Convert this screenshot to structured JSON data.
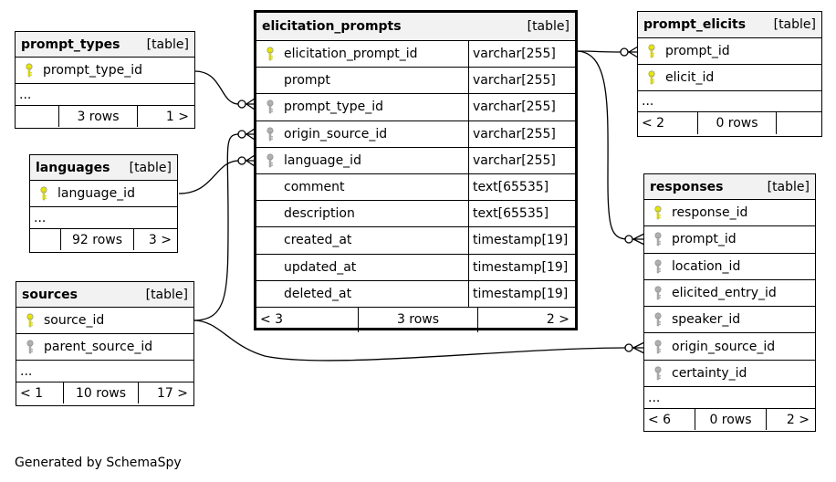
{
  "tables": {
    "elicitation_prompts": {
      "name": "elicitation_prompts",
      "kind": "[table]",
      "rows": [
        {
          "col": "elicitation_prompt_id",
          "type": "varchar[255]",
          "key": "primary"
        },
        {
          "col": "prompt",
          "type": "varchar[255]",
          "key": "none"
        },
        {
          "col": "prompt_type_id",
          "type": "varchar[255]",
          "key": "foreign"
        },
        {
          "col": "origin_source_id",
          "type": "varchar[255]",
          "key": "foreign"
        },
        {
          "col": "language_id",
          "type": "varchar[255]",
          "key": "foreign"
        },
        {
          "col": "comment",
          "type": "text[65535]",
          "key": "none"
        },
        {
          "col": "description",
          "type": "text[65535]",
          "key": "none"
        },
        {
          "col": "created_at",
          "type": "timestamp[19]",
          "key": "none"
        },
        {
          "col": "updated_at",
          "type": "timestamp[19]",
          "key": "none"
        },
        {
          "col": "deleted_at",
          "type": "timestamp[19]",
          "key": "none"
        }
      ],
      "footer": {
        "parents": "< 3",
        "rows": "3 rows",
        "children": "2 >"
      }
    },
    "prompt_types": {
      "name": "prompt_types",
      "kind": "[table]",
      "rows": [
        {
          "col": "prompt_type_id",
          "key": "primary"
        }
      ],
      "ellipsis": "...",
      "footer": {
        "parents": "",
        "rows": "3 rows",
        "children": "1 >"
      }
    },
    "languages": {
      "name": "languages",
      "kind": "[table]",
      "rows": [
        {
          "col": "language_id",
          "key": "primary"
        }
      ],
      "ellipsis": "...",
      "footer": {
        "parents": "",
        "rows": "92 rows",
        "children": "3 >"
      }
    },
    "sources": {
      "name": "sources",
      "kind": "[table]",
      "rows": [
        {
          "col": "source_id",
          "key": "primary"
        },
        {
          "col": "parent_source_id",
          "key": "foreign"
        }
      ],
      "ellipsis": "...",
      "footer": {
        "parents": "< 1",
        "rows": "10 rows",
        "children": "17 >"
      }
    },
    "prompt_elicits": {
      "name": "prompt_elicits",
      "kind": "[table]",
      "rows": [
        {
          "col": "prompt_id",
          "key": "primary"
        },
        {
          "col": "elicit_id",
          "key": "primary"
        }
      ],
      "ellipsis": "...",
      "footer": {
        "parents": "< 2",
        "rows": "0 rows",
        "children": ""
      }
    },
    "responses": {
      "name": "responses",
      "kind": "[table]",
      "rows": [
        {
          "col": "response_id",
          "key": "primary"
        },
        {
          "col": "prompt_id",
          "key": "foreign"
        },
        {
          "col": "location_id",
          "key": "foreign"
        },
        {
          "col": "elicited_entry_id",
          "key": "foreign"
        },
        {
          "col": "speaker_id",
          "key": "foreign"
        },
        {
          "col": "origin_source_id",
          "key": "foreign"
        },
        {
          "col": "certainty_id",
          "key": "foreign"
        }
      ],
      "ellipsis": "...",
      "footer": {
        "parents": "< 6",
        "rows": "0 rows",
        "children": "2 >"
      }
    }
  },
  "colors": {
    "primary_key": "#e6e600",
    "foreign_key": "#b0b0b0",
    "header_bg": "#f2f2f2"
  },
  "generated_by": "Generated by SchemaSpy"
}
